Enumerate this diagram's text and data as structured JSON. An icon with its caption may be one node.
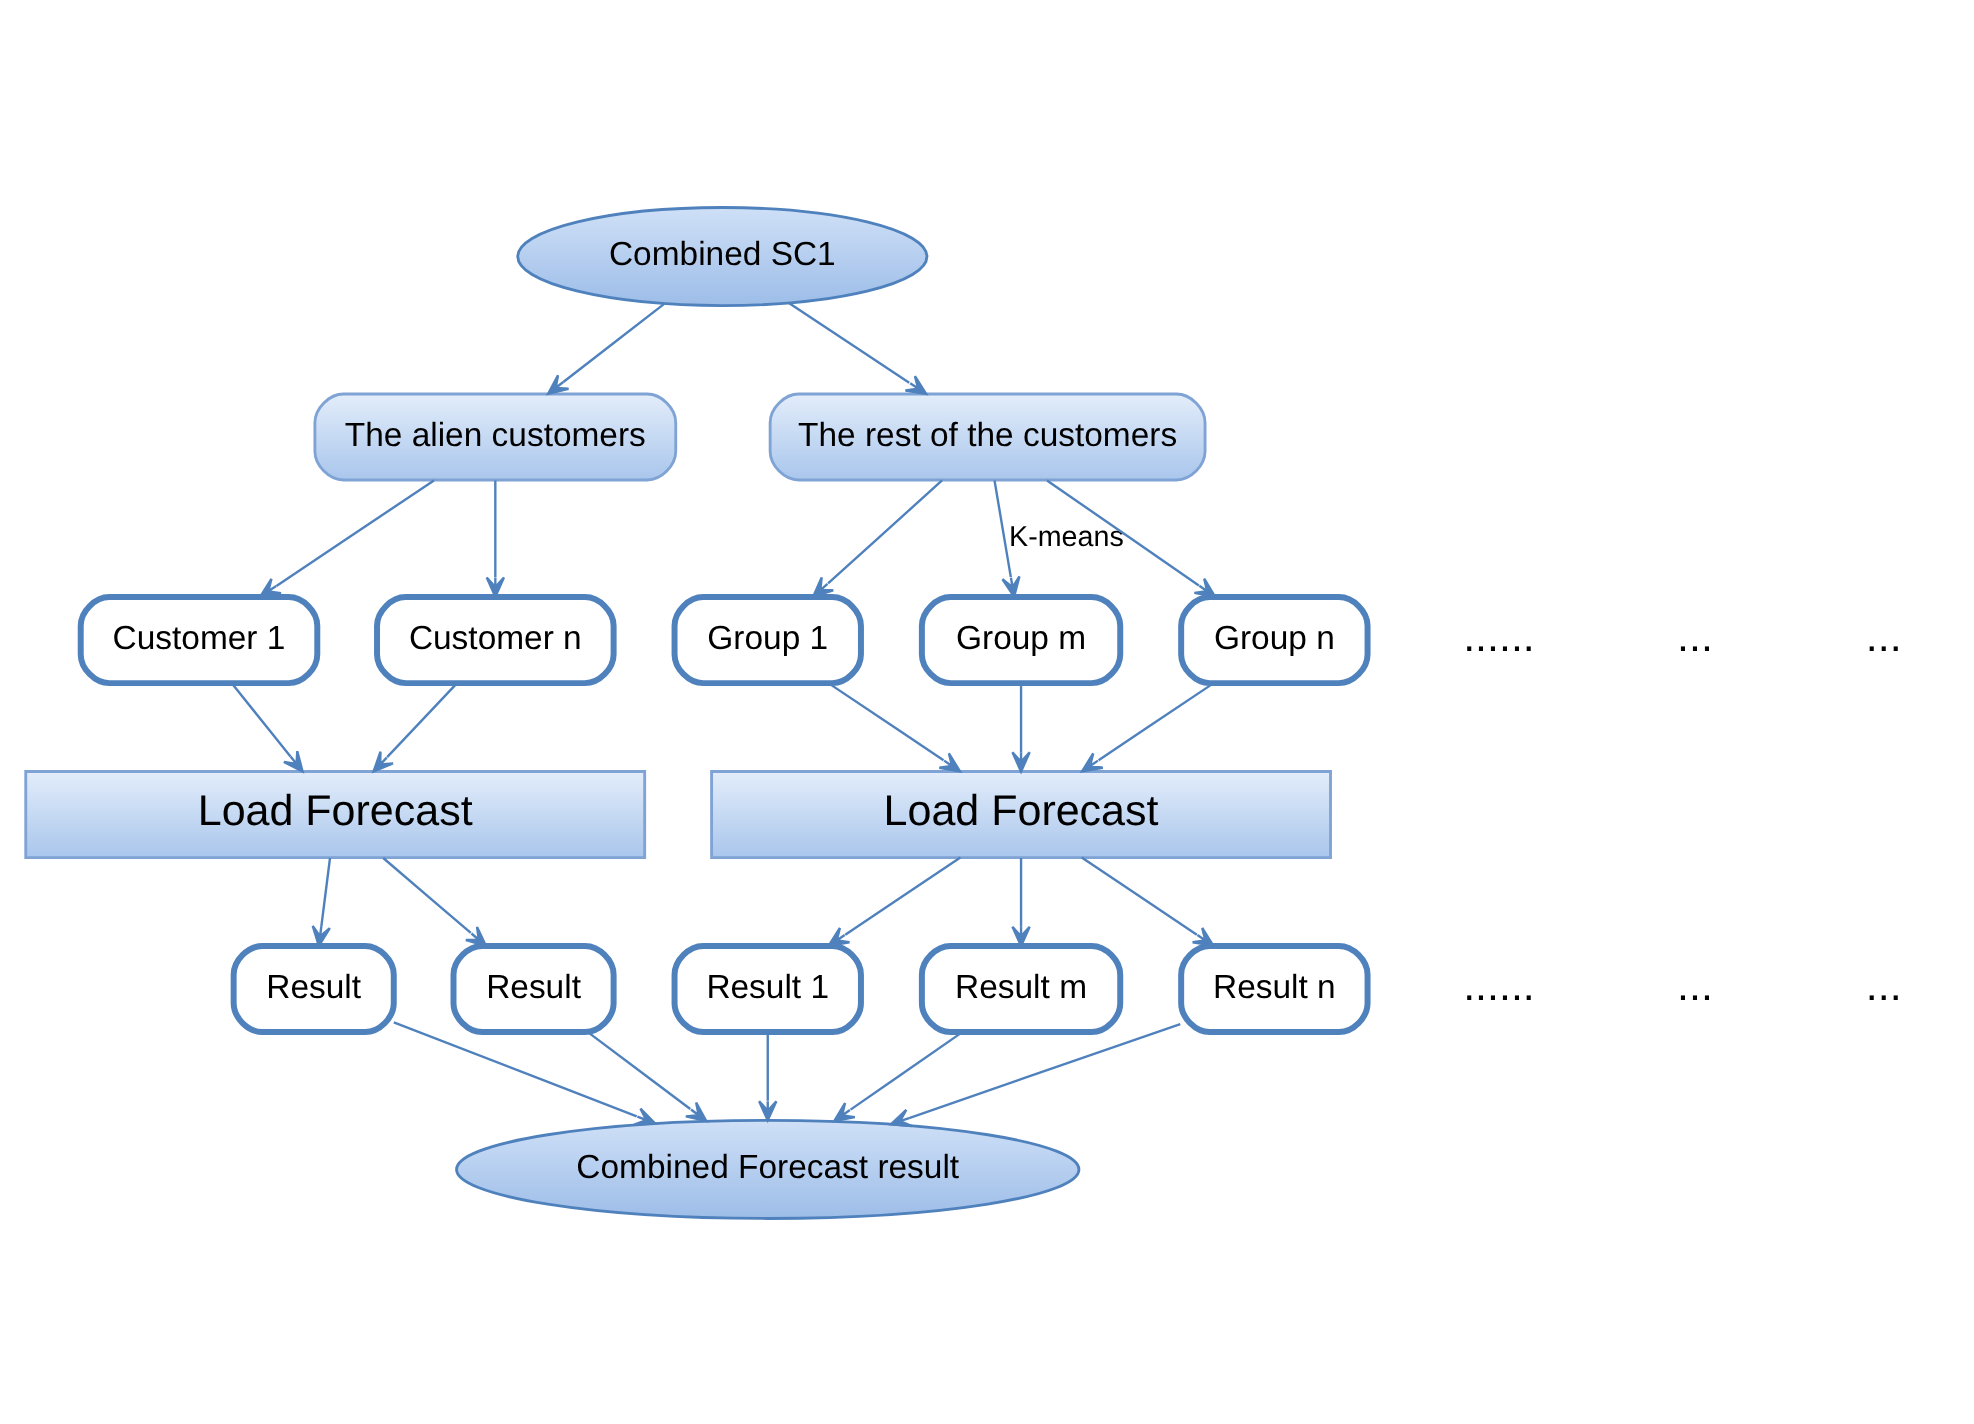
{
  "diagram": {
    "nodes": [
      {
        "text": [
          "Combined SC1"
        ]
      },
      {
        "text": [
          "The alien customers"
        ]
      },
      {
        "text": [
          "The rest of the customers"
        ]
      },
      {
        "text": [
          "Customer 1"
        ]
      },
      {
        "text": [
          "Customer n"
        ]
      },
      {
        "text": [
          "Group 1"
        ]
      },
      {
        "text": [
          "Group m"
        ]
      },
      {
        "text": [
          "Group n"
        ]
      },
      {
        "text": [
          "Load Forecast"
        ]
      },
      {
        "text": [
          "Load Forecast"
        ]
      },
      {
        "text": [
          "Result"
        ]
      },
      {
        "text": [
          "Result"
        ]
      },
      {
        "text": [
          "Result 1"
        ]
      },
      {
        "text": [
          "Result m"
        ]
      },
      {
        "text": [
          "Result n"
        ]
      },
      {
        "text": [
          "Combined Forecast result"
        ]
      }
    ],
    "edges": [
      {
        "from": 0,
        "to": 1,
        "arrow": "to"
      },
      {
        "from": 0,
        "to": 2,
        "arrow": "to"
      },
      {
        "from": 1,
        "to": 3,
        "arrow": "to"
      },
      {
        "from": 1,
        "to": 4,
        "arrow": "to"
      },
      {
        "from": 2,
        "to": 5,
        "arrow": "to"
      },
      {
        "from": 2,
        "to": 6,
        "arrow": "to",
        "label": "K-means"
      },
      {
        "from": 2,
        "to": 7,
        "arrow": "to"
      },
      {
        "from": 3,
        "to": 8,
        "arrow": "to"
      },
      {
        "from": 4,
        "to": 8,
        "arrow": "to"
      },
      {
        "from": 5,
        "to": 9,
        "arrow": "to"
      },
      {
        "from": 6,
        "to": 9,
        "arrow": "to"
      },
      {
        "from": 7,
        "to": 9,
        "arrow": "to"
      },
      {
        "from": 8,
        "to": 10,
        "arrow": "to"
      },
      {
        "from": 8,
        "to": 11,
        "arrow": "to"
      },
      {
        "from": 9,
        "to": 12,
        "arrow": "to"
      },
      {
        "from": 9,
        "to": 13,
        "arrow": "to"
      },
      {
        "from": 9,
        "to": 14,
        "arrow": "to"
      },
      {
        "from": 10,
        "to": 15,
        "arrow": "to"
      },
      {
        "from": 11,
        "to": 15,
        "arrow": "to"
      },
      {
        "from": 12,
        "to": 15,
        "arrow": "to"
      },
      {
        "from": 13,
        "to": 15,
        "arrow": "to"
      },
      {
        "from": 14,
        "to": 15,
        "arrow": "to"
      }
    ],
    "labels": [
      "......",
      "...",
      "...",
      "......",
      "...",
      "..."
    ]
  }
}
